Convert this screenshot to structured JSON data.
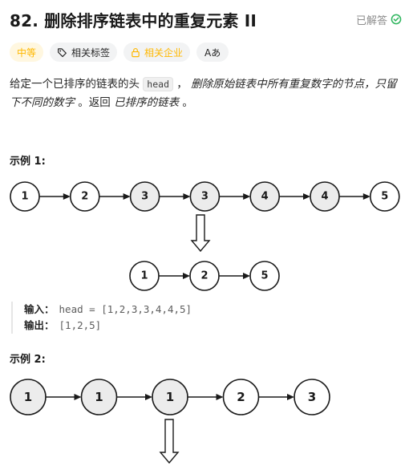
{
  "header": {
    "title": "82. 删除排序链表中的重复元素 II",
    "status_label": "已解答",
    "status_icon": "check-circle-icon"
  },
  "tags": {
    "difficulty": "中等",
    "topics": "相关标签",
    "companies": "相关企业",
    "translate": "Aあ"
  },
  "colors": {
    "difficulty": "#ffb800",
    "solved": "#2db55d",
    "duplicate_node": "#ececec"
  },
  "description": {
    "part1": "给定一个已排序的链表的头 ",
    "code": "head",
    "part2": " ， ",
    "em1": "删除原始链表中所有重复数字的节点，只留下不同的数字",
    "part3": " 。返回 ",
    "em2": "已排序的链表",
    "part4": " 。"
  },
  "example1": {
    "title": "示例 1:",
    "input_list": [
      "1",
      "2",
      "3",
      "3",
      "4",
      "4",
      "5"
    ],
    "duplicates": [
      false,
      false,
      true,
      true,
      true,
      true,
      false
    ],
    "output_list": [
      "1",
      "2",
      "5"
    ],
    "input_label": "输入：",
    "input_value": "head = [1,2,3,3,4,4,5]",
    "output_label": "输出：",
    "output_value": "[1,2,5]"
  },
  "example2": {
    "title": "示例 2:",
    "input_list": [
      "1",
      "1",
      "1",
      "2",
      "3"
    ],
    "duplicates": [
      true,
      true,
      true,
      false,
      false
    ]
  }
}
